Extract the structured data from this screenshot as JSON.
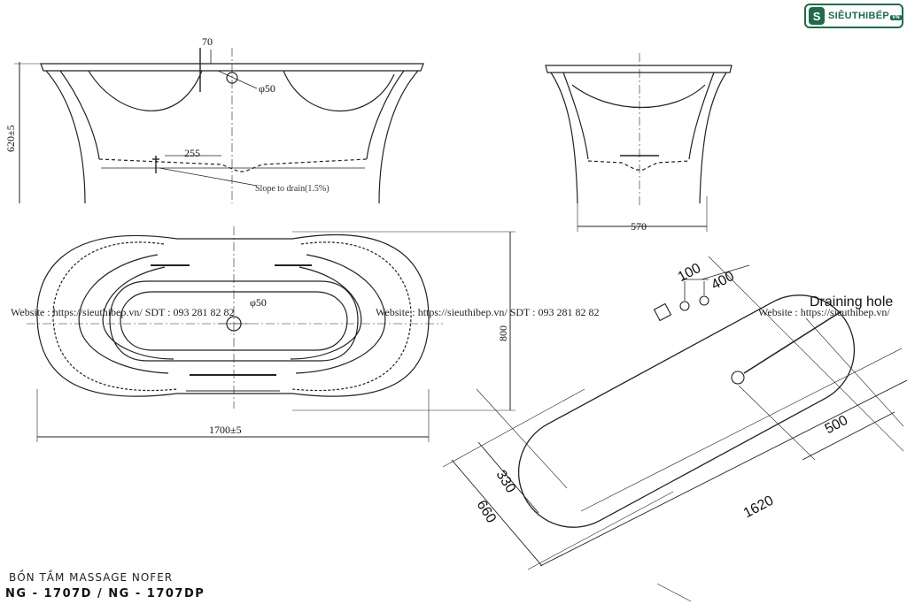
{
  "logo": {
    "text": "SIÊUTHIBẾP",
    "suffix": "VN",
    "mark": "S"
  },
  "watermarks": [
    "Website : https://sieuthibep.vn/    SDT : 093 281 82 82",
    "Website : https://sieuthibep.vn/ SDT : 093 281 82 82",
    "Website : https://sieuthibep.vn/"
  ],
  "side_view": {
    "dim_top": "70",
    "dim_drain": "φ50",
    "dim_height": "620±5",
    "dim_inner": "255",
    "slope_note": "Slope to drain(1.5%)"
  },
  "end_view": {
    "dim_width": "570"
  },
  "top_view": {
    "dim_drain": "φ50",
    "dim_length": "1700±5",
    "dim_width": "800"
  },
  "iso_view": {
    "draining_hole": "Draining hole",
    "dim_100": "100",
    "dim_400": "400",
    "dim_500": "500",
    "dim_330": "330",
    "dim_660": "660",
    "dim_1620": "1620"
  },
  "product": {
    "title": "BỒN TẮM MASSAGE NOFER",
    "model": "NG - 1707D / NG - 1707DP"
  }
}
